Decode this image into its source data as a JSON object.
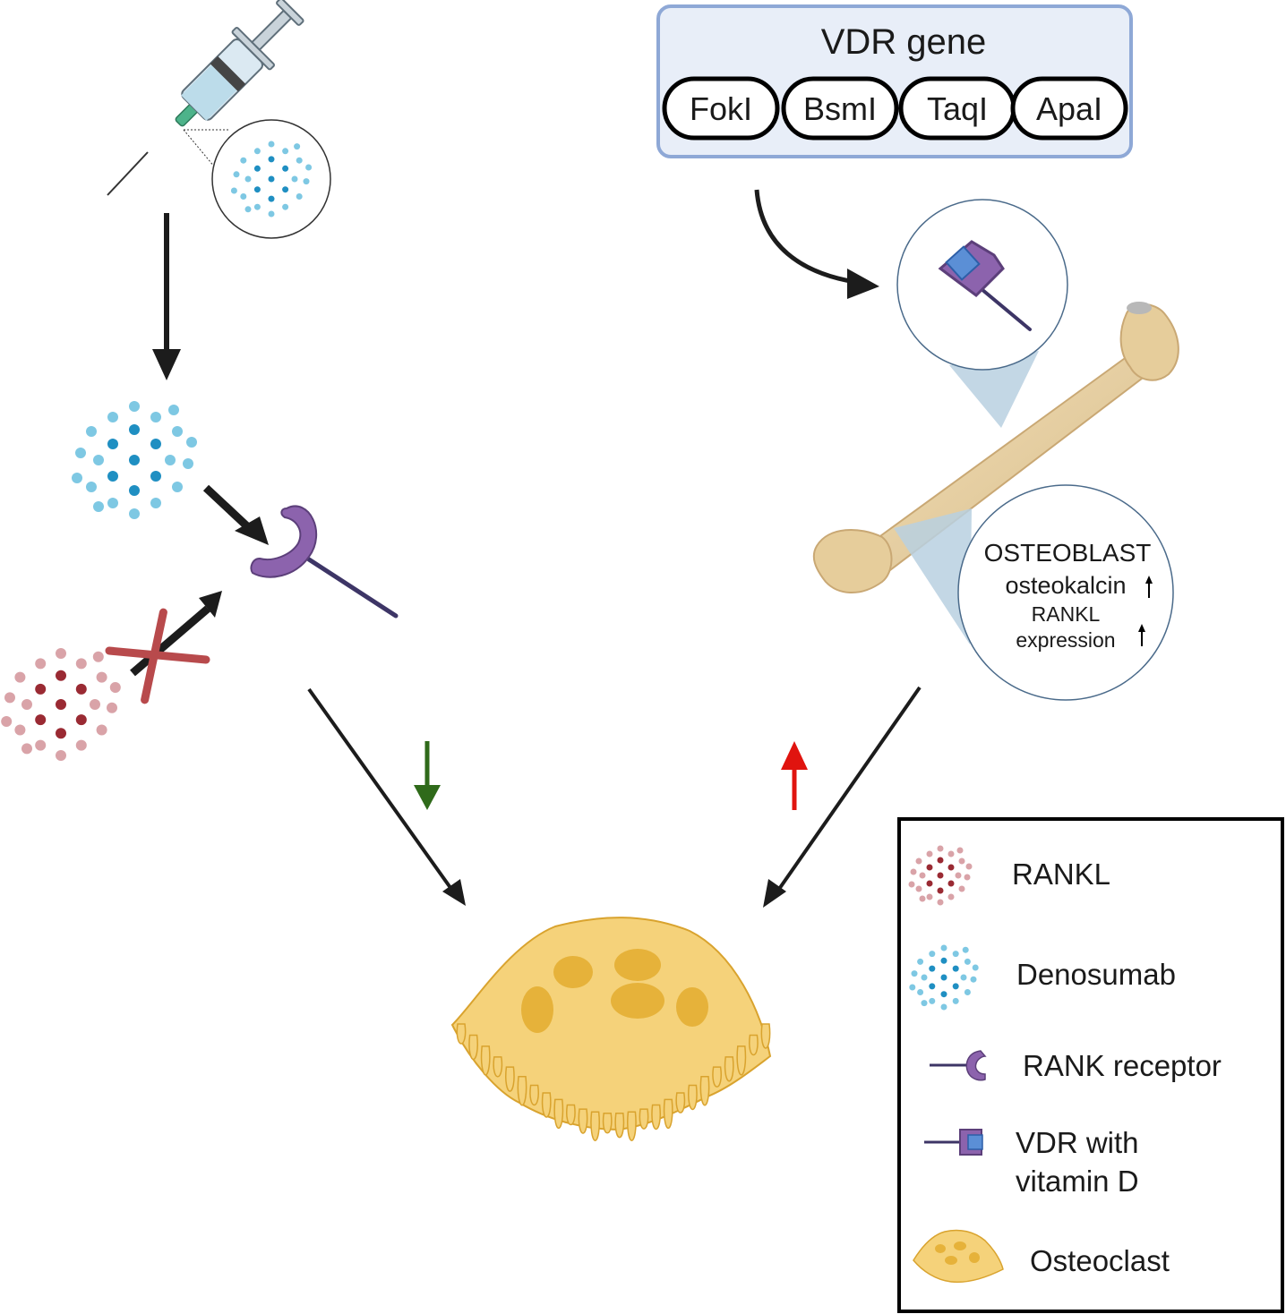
{
  "vdr_box": {
    "title": "VDR gene",
    "polymorphisms": [
      "FokI",
      "BsmI",
      "TaqI",
      "ApaI"
    ]
  },
  "osteoblast_inset": {
    "title": "OSTEOBLAST",
    "line1": "osteokalcin",
    "line2": "RANKL",
    "line3": "expression"
  },
  "legend": {
    "items": [
      {
        "icon": "rankl-dots-icon",
        "label": "RANKL"
      },
      {
        "icon": "denosumab-dots-icon",
        "label": "Denosumab"
      },
      {
        "icon": "rank-receptor-icon",
        "label": "RANK receptor"
      },
      {
        "icon": "vdr-vitamin-d-icon",
        "label_line1": "VDR with",
        "label_line2": "vitamin D"
      },
      {
        "icon": "osteoclast-icon",
        "label": "Osteoclast"
      }
    ]
  },
  "colors": {
    "denosumab_light": "#7ec8e3",
    "denosumab_dark": "#1f8fc2",
    "rankl_light": "#d9a3a8",
    "rankl_dark": "#9a2a33",
    "receptor": "#7e5aa2",
    "receptor_stalk": "#3d3566",
    "bone": "#e9d3a6",
    "osteoclast": "#f5d27a",
    "osteoclast_nucleus": "#e6b23a",
    "arrow": "#1c1c1c",
    "green_arrow": "#2f6a1a",
    "red_arrow": "#e0140f",
    "cross": "#b84a4c",
    "vdr_box_fill": "#e8eef8",
    "vdr_box_border": "#8ea8d6",
    "zoom_cone": "#b9d0e0"
  }
}
